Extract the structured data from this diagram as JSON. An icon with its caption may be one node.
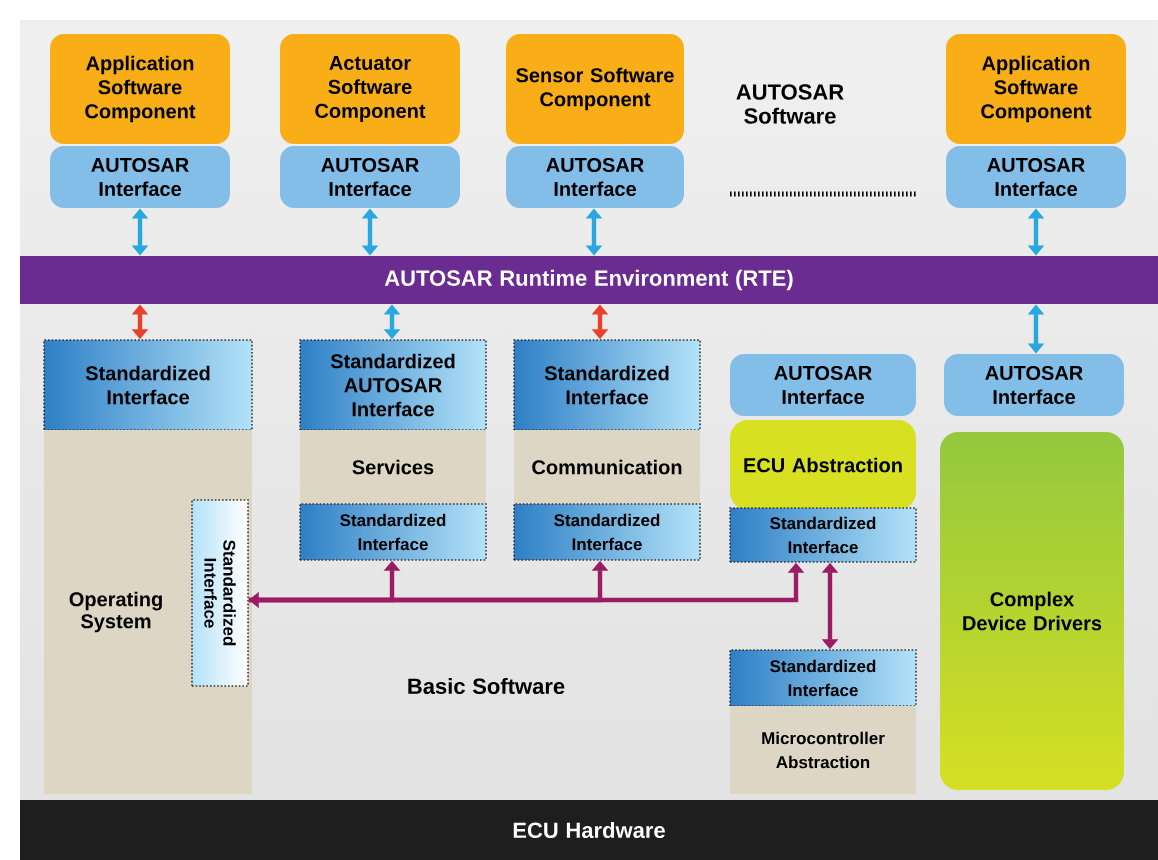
{
  "diagram": {
    "nodes": [
      {
        "text": [
          "Application Software Component"
        ]
      },
      {
        "text": [
          "AUTOSAR Interface"
        ]
      },
      {
        "text": [
          "Actuator Software Component"
        ]
      },
      {
        "text": [
          "AUTOSAR Interface"
        ]
      },
      {
        "text": [
          "Sensor Software Component"
        ]
      },
      {
        "text": [
          "AUTOSAR Interface"
        ]
      },
      {
        "text": [
          "Application Software Component"
        ]
      },
      {
        "text": [
          "AUTOSAR Interface"
        ]
      },
      {
        "text": [
          "AUTOSAR Runtime Environment (RTE)"
        ]
      },
      {
        "text": [
          "Standardized Interface"
        ]
      },
      {
        "text": [
          "Operating System"
        ]
      },
      {
        "text": [
          "Standardized Interface"
        ],
        "in": 10
      },
      {
        "text": [
          "Standardized AUTOSAR Interface"
        ]
      },
      {
        "text": [
          "Services"
        ]
      },
      {
        "text": [
          "Standardized Interface"
        ]
      },
      {
        "text": [
          "Standardized Interface"
        ]
      },
      {
        "text": [
          "Communication"
        ]
      },
      {
        "text": [
          "Standardized Interface"
        ]
      },
      {
        "text": [
          "AUTOSAR Interface"
        ]
      },
      {
        "text": [
          "ECU Abstraction"
        ]
      },
      {
        "text": [
          "Standardized Interface"
        ]
      },
      {
        "text": [
          "AUTOSAR Interface"
        ]
      },
      {
        "text": [
          "Complex Device Drivers"
        ]
      },
      {
        "text": [
          "Standardized Interface"
        ]
      },
      {
        "text": [
          "Microcontroller Abstraction"
        ]
      },
      {
        "text": [
          "ECU Hardware"
        ]
      }
    ],
    "edges": [
      {
        "from": 1,
        "to": 8,
        "arrow": "both"
      },
      {
        "from": 3,
        "to": 8,
        "arrow": "both"
      },
      {
        "from": 5,
        "to": 8,
        "arrow": "both"
      },
      {
        "from": 7,
        "to": 8,
        "arrow": "both"
      },
      {
        "from": 8,
        "to": 9,
        "arrow": "both",
        "color": "#e8412c"
      },
      {
        "from": 8,
        "to": 12,
        "arrow": "both"
      },
      {
        "from": 8,
        "to": 15,
        "arrow": "both",
        "color": "#e8412c"
      },
      {
        "from": 8,
        "to": 21,
        "arrow": "both"
      },
      {
        "from": 11,
        "to": 14,
        "arrow": "both",
        "color": "#9c1c63"
      },
      {
        "from": 11,
        "to": 17,
        "arrow": "to",
        "color": "#9c1c63"
      },
      {
        "from": 11,
        "to": 20,
        "arrow": "to",
        "color": "#9c1c63"
      },
      {
        "from": 20,
        "to": 23,
        "arrow": "both",
        "color": "#9c1c63"
      }
    ],
    "labels": [
      "AUTOSAR Software",
      "Basic Software"
    ]
  }
}
